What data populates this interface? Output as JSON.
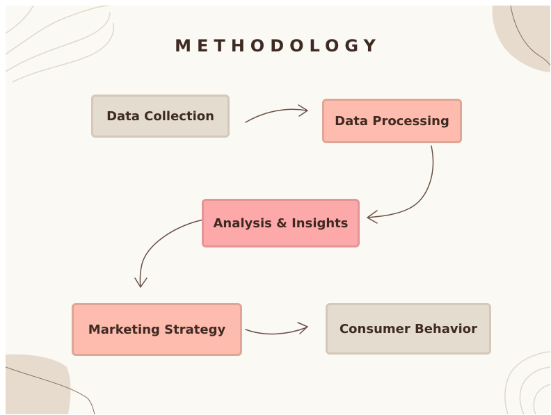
{
  "title": "METHODOLOGY",
  "colors": {
    "background": "#faf9f3",
    "text": "#3e2a22",
    "beige": "#e5dcd0",
    "salmon": "#fdbcae",
    "pink": "#fda9a9",
    "arrow": "#6b5047"
  },
  "nodes": [
    {
      "label": "Data Collection",
      "style": "beige"
    },
    {
      "label": "Data Processing",
      "style": "salmon"
    },
    {
      "label": "Analysis & Insights",
      "style": "pink"
    },
    {
      "label": "Marketing Strategy",
      "style": "salmon"
    },
    {
      "label": "Consumer Behavior",
      "style": "beige"
    }
  ],
  "edges": [
    {
      "from": "Data Collection",
      "to": "Data Processing"
    },
    {
      "from": "Data Processing",
      "to": "Analysis & Insights"
    },
    {
      "from": "Analysis & Insights",
      "to": "Marketing Strategy"
    },
    {
      "from": "Marketing Strategy",
      "to": "Consumer Behavior"
    }
  ]
}
